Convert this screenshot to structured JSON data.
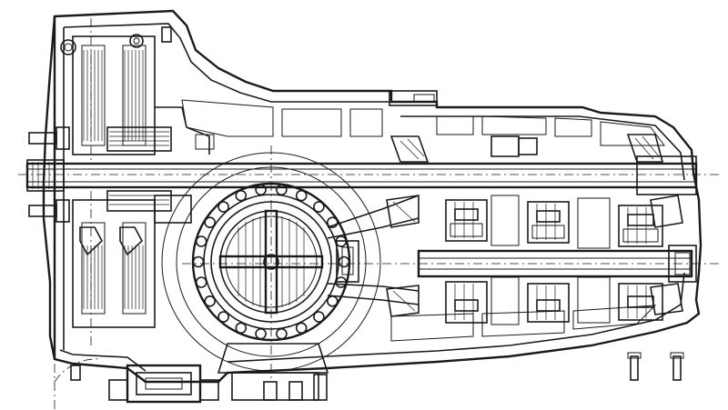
{
  "drawing": {
    "paper_color": "#ffffff",
    "ink_color": "#1a1a1a",
    "components": [
      "transmission-housing",
      "clutch-pack-upper",
      "clutch-pack-lower",
      "input-shaft",
      "output-shaft",
      "ring-gear",
      "differential-carrier",
      "gear-sets",
      "tapered-roller-bearings",
      "oil-pan",
      "mounting-studs"
    ]
  }
}
